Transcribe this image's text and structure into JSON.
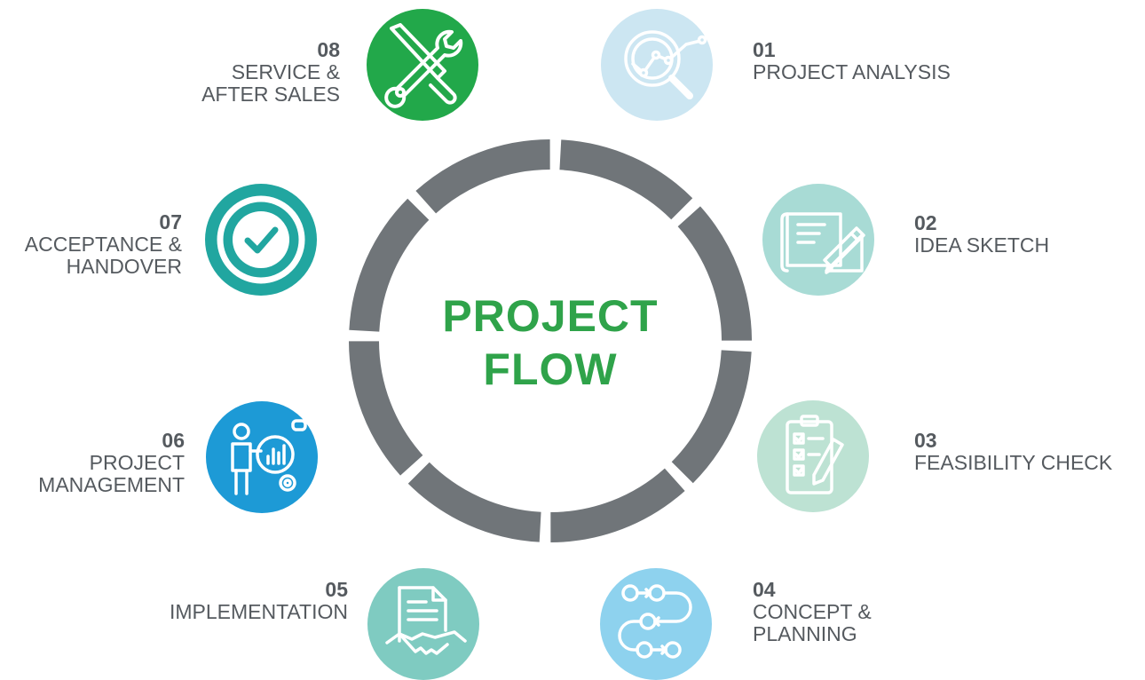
{
  "title": {
    "line1": "PROJECT",
    "line2": "FLOW"
  },
  "colors": {
    "ring": "#707579",
    "title": "#2fa34a",
    "text": "#555a5f"
  },
  "steps": [
    {
      "number": "01",
      "label": "PROJECT ANALYSIS",
      "icon": "magnifier-chart-icon",
      "color": "#cce6f2"
    },
    {
      "number": "02",
      "label": "IDEA SKETCH",
      "icon": "blueprint-pencil-icon",
      "color": "#a8dbd5"
    },
    {
      "number": "03",
      "label": "FEASIBILITY CHECK",
      "icon": "checklist-clipboard-icon",
      "color": "#bde2d3"
    },
    {
      "number": "04",
      "label": "CONCEPT &\nPLANNING",
      "icon": "flow-path-icon",
      "color": "#8ed2ee"
    },
    {
      "number": "05",
      "label": "IMPLEMENTATION",
      "icon": "contract-handshake-icon",
      "color": "#7fcbc1"
    },
    {
      "number": "06",
      "label": "PROJECT\nMANAGEMENT",
      "icon": "manager-presentation-icon",
      "color": "#1d9ad6"
    },
    {
      "number": "07",
      "label": "ACCEPTANCE &\nHANDOVER",
      "icon": "check-circle-icon",
      "color": "#21a6a0"
    },
    {
      "number": "08",
      "label": "SERVICE &\nAFTER SALES",
      "icon": "tools-icon",
      "color": "#22a84a"
    }
  ]
}
